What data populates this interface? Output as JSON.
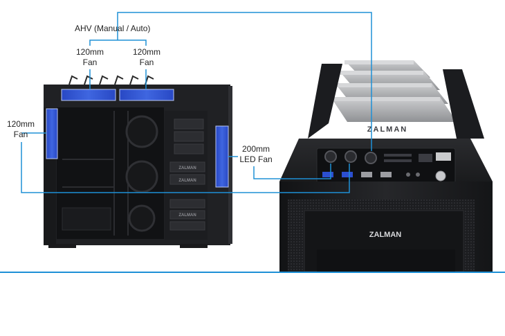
{
  "labels": {
    "ahv": "AHV (Manual / Auto)",
    "top_fan_left": {
      "line1": "120mm",
      "line2": "Fan"
    },
    "top_fan_right": {
      "line1": "120mm",
      "line2": "Fan"
    },
    "front_fan": {
      "line1": "120mm",
      "line2": "Fan"
    },
    "led_fan": {
      "line1": "200mm",
      "line2": "LED Fan"
    }
  },
  "brand": {
    "top_logo": "ZALMAN",
    "front_logo": "ZALMAN",
    "bay_logo": "ZALMAN"
  },
  "colors": {
    "fan_highlight": "#2f52c9",
    "callout_line": "#1e90d6",
    "case_body": "#1a1b1e",
    "divider": "#1e90d6"
  }
}
